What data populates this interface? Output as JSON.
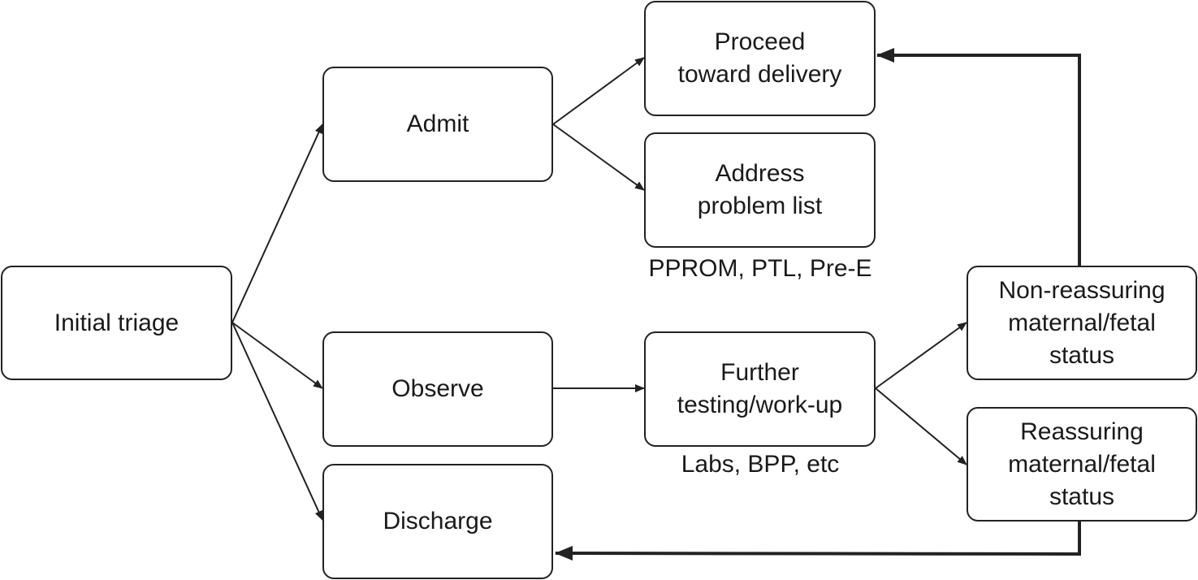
{
  "nodes": {
    "initial_triage": {
      "lines": [
        "Initial triage"
      ]
    },
    "admit": {
      "lines": [
        "Admit"
      ]
    },
    "observe": {
      "lines": [
        "Observe"
      ]
    },
    "discharge": {
      "lines": [
        "Discharge"
      ]
    },
    "proceed_delivery": {
      "lines": [
        "Proceed",
        "toward delivery"
      ]
    },
    "address_problem": {
      "lines": [
        "Address",
        "problem list"
      ]
    },
    "further_testing": {
      "lines": [
        "Further",
        "testing/work-up"
      ]
    },
    "non_reassuring": {
      "lines": [
        "Non-reassuring",
        "maternal/fetal",
        "status"
      ]
    },
    "reassuring": {
      "lines": [
        "Reassuring",
        "maternal/fetal",
        "status"
      ]
    }
  },
  "notes": {
    "problem_list_examples": "PPROM, PTL, Pre-E",
    "testing_examples": "Labs, BPP, etc"
  },
  "edges": [
    {
      "from": "initial_triage",
      "to": "admit"
    },
    {
      "from": "initial_triage",
      "to": "observe"
    },
    {
      "from": "initial_triage",
      "to": "discharge"
    },
    {
      "from": "admit",
      "to": "proceed_delivery"
    },
    {
      "from": "admit",
      "to": "address_problem"
    },
    {
      "from": "observe",
      "to": "further_testing"
    },
    {
      "from": "further_testing",
      "to": "non_reassuring"
    },
    {
      "from": "further_testing",
      "to": "reassuring"
    },
    {
      "from": "non_reassuring",
      "to": "proceed_delivery"
    },
    {
      "from": "reassuring",
      "to": "discharge"
    }
  ],
  "colors": {
    "stroke": "#222222",
    "text": "#1a1a1a",
    "background": "#ffffff"
  }
}
